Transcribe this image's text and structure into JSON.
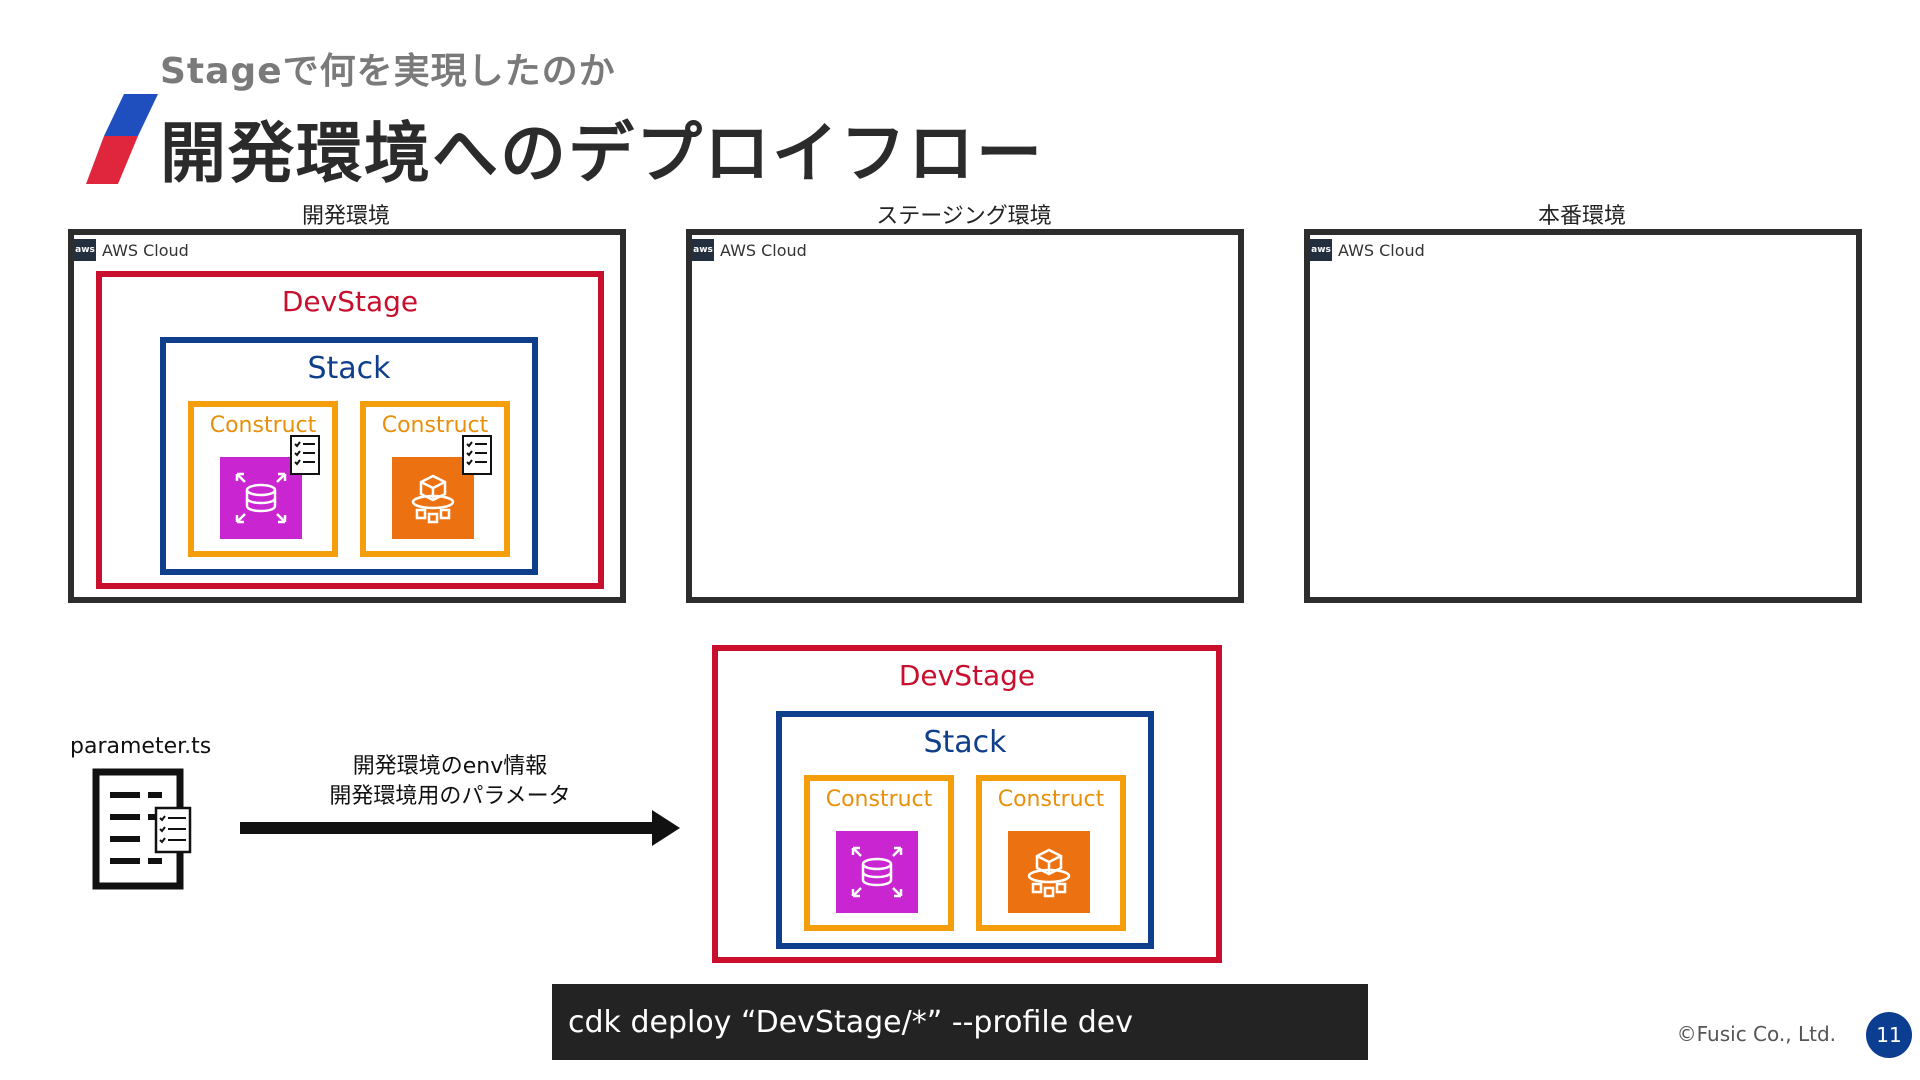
{
  "header": {
    "subtitle": "Stageで何を実現したのか",
    "title": "開発環境へのデプロイフロー"
  },
  "environments": [
    {
      "label": "開発環境",
      "cloud_label": "AWS Cloud",
      "aws_logo": "aws"
    },
    {
      "label": "ステージング環境",
      "cloud_label": "AWS Cloud",
      "aws_logo": "aws"
    },
    {
      "label": "本番環境",
      "cloud_label": "AWS Cloud",
      "aws_logo": "aws"
    }
  ],
  "deployed_stage": {
    "stage_label": "DevStage",
    "stack_label": "Stack",
    "constructs": [
      {
        "label": "Construct",
        "service_icon": "rds-database-icon"
      },
      {
        "label": "Construct",
        "service_icon": "ec2-instance-icon"
      }
    ]
  },
  "synth_stage": {
    "stage_label": "DevStage",
    "stack_label": "Stack",
    "constructs": [
      {
        "label": "Construct",
        "service_icon": "rds-database-icon"
      },
      {
        "label": "Construct",
        "service_icon": "ec2-instance-icon"
      }
    ]
  },
  "parameter": {
    "file_label": "parameter.ts",
    "arrow_caption_line1": "開発環境のenv情報",
    "arrow_caption_line2": "開発環境用のパラメータ"
  },
  "command": "cdk deploy “DevStage/*” --profile  dev",
  "footer": {
    "copyright": "©Fusic Co., Ltd.",
    "page_number": "11"
  },
  "colors": {
    "stage_red": "#c8102e",
    "stack_blue": "#0f3f8c",
    "construct_orange": "#f59e0b",
    "rds_purple": "#c925d1",
    "ec2_orange": "#ec7211",
    "aws_border": "#2d2d2d",
    "accent_slash_blue": "#1f4fbf",
    "accent_slash_red": "#e0263c"
  }
}
